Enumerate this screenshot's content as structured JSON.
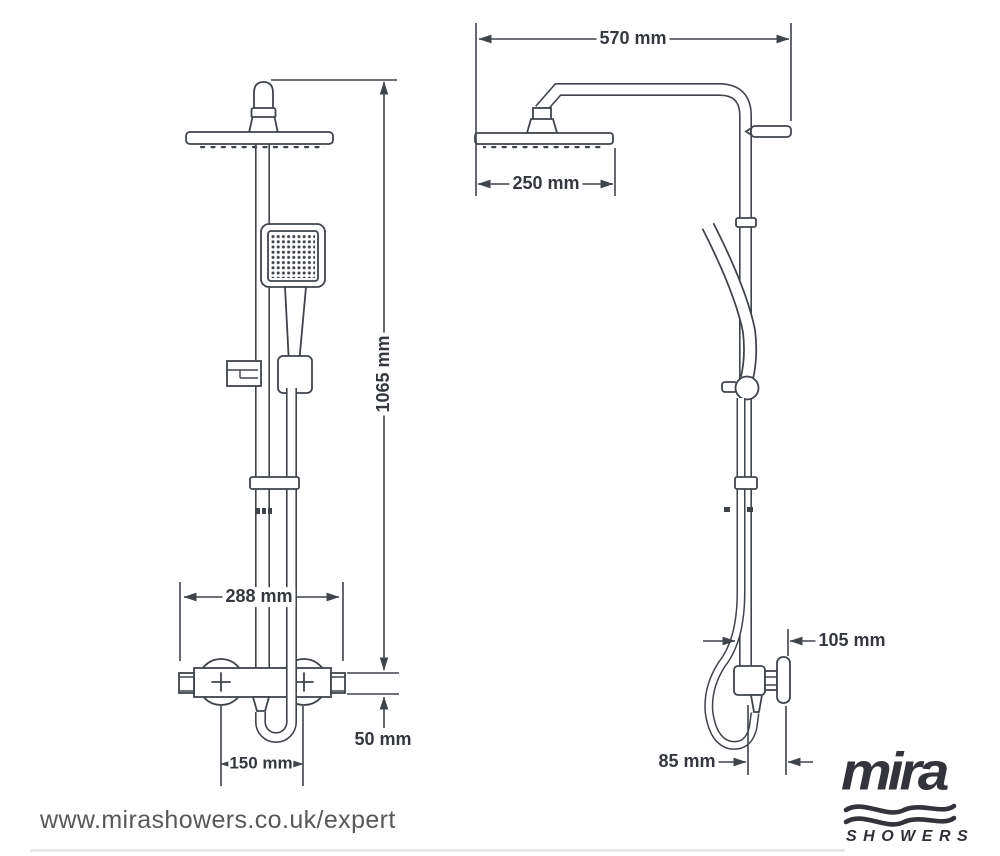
{
  "dimensions": {
    "front": {
      "overall_height": "1065 mm",
      "valve_width": "288 mm",
      "valve_height": "50 mm",
      "hose_connection_spacing": "150 mm"
    },
    "side": {
      "arm_projection": "570 mm",
      "head_width": "250 mm",
      "upper_wall_offset": "105 mm",
      "lower_wall_offset": "85 mm"
    }
  },
  "footer": {
    "website_url": "www.mirashowers.co.uk/expert"
  },
  "brand": {
    "logo_text": "mira",
    "logo_tagline": "SHOWERS",
    "logo_wave_icon": "double-wave"
  },
  "colors": {
    "line": "#3f444b",
    "label_text": "#34383e",
    "url_text": "#58585a",
    "logo": "#33333b",
    "background": "#ffffff"
  }
}
